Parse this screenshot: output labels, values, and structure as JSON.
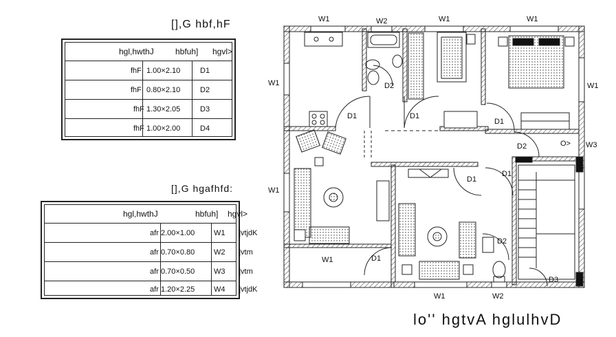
{
  "door_schedule": {
    "title": "[],G hbf,hF",
    "headers": [
      "hgl,hwthJ",
      "hbfuh]",
      "hgvl>"
    ],
    "rows": [
      {
        "lead": "fhF",
        "size": "1.00×2.10",
        "code": "D1"
      },
      {
        "lead": "fhF",
        "size": "0.80×2.10",
        "code": "D2"
      },
      {
        "lead": "fhF",
        "size": "1.30×2.05",
        "code": "D3"
      },
      {
        "lead": "fhF",
        "size": "1.00×2.00",
        "code": "D4"
      }
    ]
  },
  "window_schedule": {
    "title": "[],G hgafhfd:",
    "headers": [
      "hgl,hwthJ",
      "hbfuh]",
      "hgvl>"
    ],
    "rows": [
      {
        "lead": "afr",
        "size": "2.00×1.00",
        "code": "W1",
        "note": "]vtjdK"
      },
      {
        "lead": "afr",
        "size": "0.70×0.80",
        "code": "W2",
        "note": "]vtm"
      },
      {
        "lead": "afr",
        "size": "0.70×0.50",
        "code": "W3",
        "note": "]vtm"
      },
      {
        "lead": "afr",
        "size": "1.20×2.25",
        "code": "W4",
        "note": "]vtjdK"
      }
    ]
  },
  "plan": {
    "caption": "lo'' hgtvA hglulhvD",
    "labels": {
      "w1": "W1",
      "w2": "W2",
      "w3": "W3",
      "d1": "D1",
      "d2": "D2",
      "d3": "D3",
      "side_mark": "O>"
    }
  }
}
